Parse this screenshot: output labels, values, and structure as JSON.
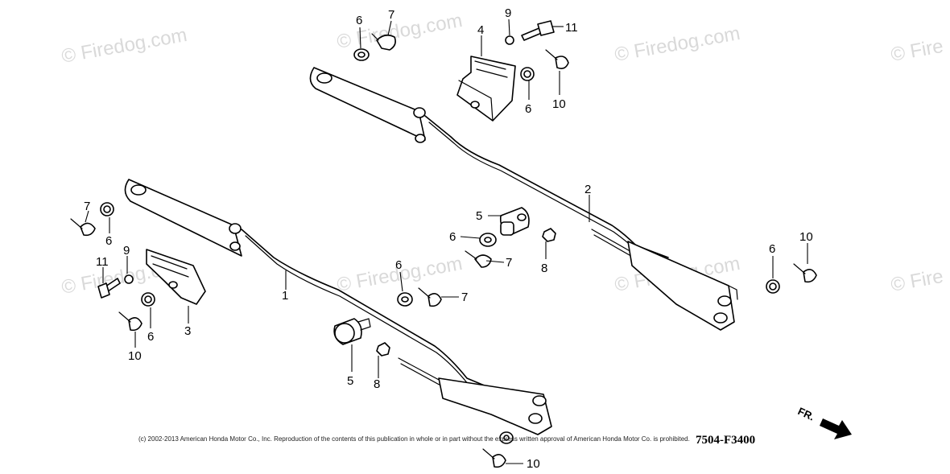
{
  "watermark": {
    "text": "© Firedog.com",
    "text_cut": "© Fire"
  },
  "part_numbers": [
    "1",
    "2",
    "3",
    "4",
    "5",
    "6",
    "7",
    "8",
    "9",
    "10",
    "11"
  ],
  "callouts": [
    {
      "id": "c-6a",
      "text": "6"
    },
    {
      "id": "c-7a",
      "text": "7"
    },
    {
      "id": "c-9a",
      "text": "9"
    },
    {
      "id": "c-11a",
      "text": "11"
    },
    {
      "id": "c-4",
      "text": "4"
    },
    {
      "id": "c-6b",
      "text": "6"
    },
    {
      "id": "c-10a",
      "text": "10"
    },
    {
      "id": "c-2",
      "text": "2"
    },
    {
      "id": "c-5a",
      "text": "5"
    },
    {
      "id": "c-6c",
      "text": "6"
    },
    {
      "id": "c-7b",
      "text": "7"
    },
    {
      "id": "c-8a",
      "text": "8"
    },
    {
      "id": "c-6d",
      "text": "6"
    },
    {
      "id": "c-10b",
      "text": "10"
    },
    {
      "id": "c-7c",
      "text": "7"
    },
    {
      "id": "c-6e",
      "text": "6"
    },
    {
      "id": "c-11b",
      "text": "11"
    },
    {
      "id": "c-9b",
      "text": "9"
    },
    {
      "id": "c-1",
      "text": "1"
    },
    {
      "id": "c-3",
      "text": "3"
    },
    {
      "id": "c-6f",
      "text": "6"
    },
    {
      "id": "c-10c",
      "text": "10"
    },
    {
      "id": "c-6g",
      "text": "6"
    },
    {
      "id": "c-7d",
      "text": "7"
    },
    {
      "id": "c-5b",
      "text": "5"
    },
    {
      "id": "c-8b",
      "text": "8"
    },
    {
      "id": "c-10d",
      "text": "10"
    }
  ],
  "diagram_code": "7504-F3400",
  "direction_label": "FR.",
  "copyright": "(c) 2002-2013 American Honda Motor Co., Inc. Reproduction of the contents of this publication in whole or in part without the express written approval of American Honda Motor Co. is prohibited."
}
